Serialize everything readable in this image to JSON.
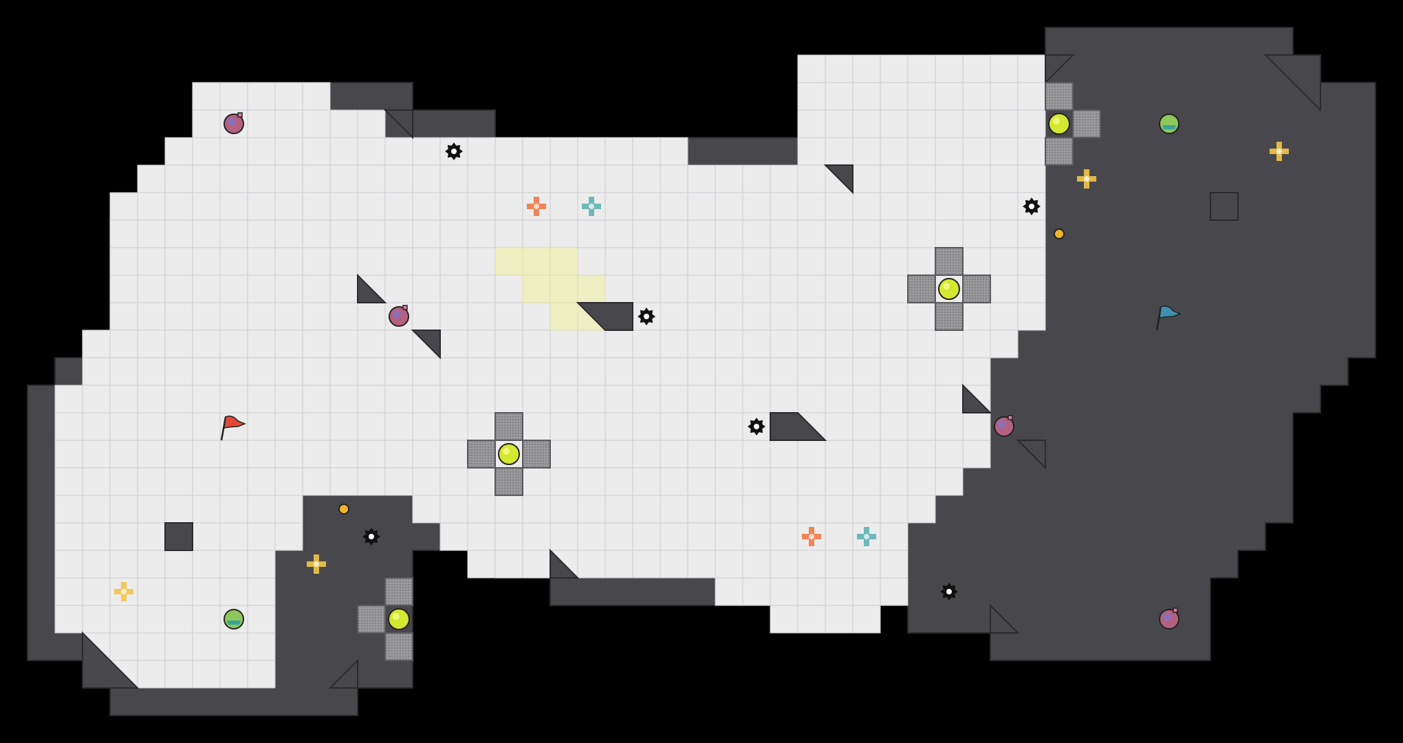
{
  "colors": {
    "background": "#000000",
    "wall": "#48484c",
    "wall_edge": "#2b2b2e",
    "floor": "#ececed",
    "grid_line": "#cdcdd0",
    "highlight": "#efefc4",
    "grate": "#8a8a8d",
    "orb": "#d4e830",
    "player_red": "#e04a3a",
    "player_blue": "#3e8fb0",
    "plus_orange": "#ef7a45",
    "plus_teal": "#62b3b3",
    "plus_yellow": "#f3c548"
  },
  "level": {
    "legend": {
      "players": [
        "red-flag",
        "blue-flag"
      ],
      "items": [
        "spike-mine-icon",
        "purple-potion-icon",
        "green-gem-icon",
        "orange-cross-icon",
        "teal-cross-icon",
        "yellow-cross-icon",
        "gold-coin-icon",
        "yellow-orb-icon",
        "grate-block",
        "ramp-block",
        "stone-block"
      ]
    }
  }
}
